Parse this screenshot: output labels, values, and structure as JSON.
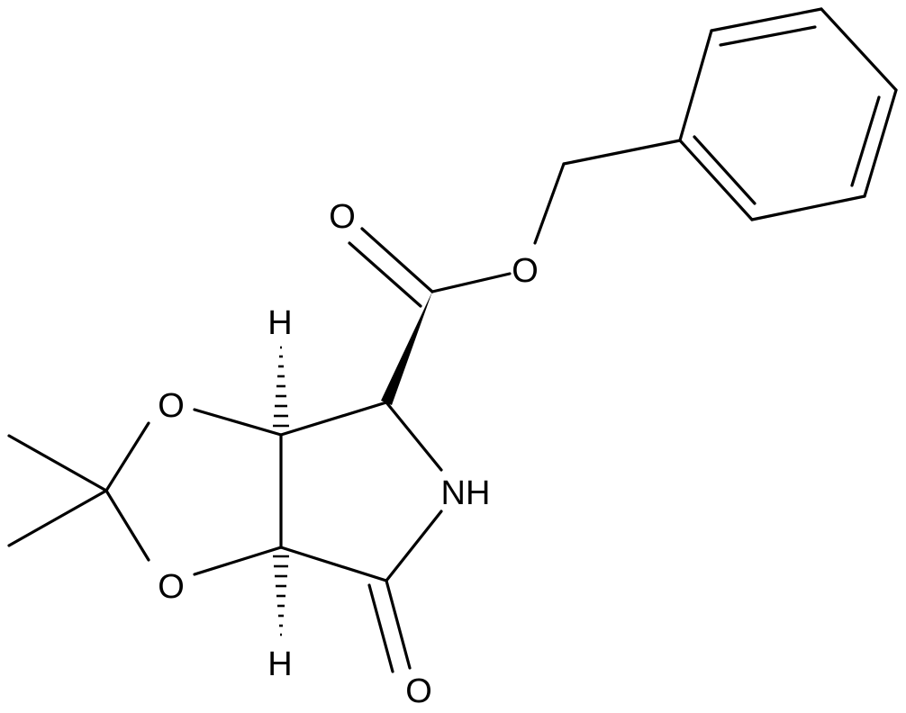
{
  "molecule": {
    "atom_labels": {
      "carbonyl_O_ester": "O",
      "ester_O": "O",
      "ring_O_upper": "O",
      "ring_O_lower": "O",
      "amide_N": "NH",
      "amide_O": "O",
      "H_upper": "H",
      "H_lower": "H"
    },
    "colors": {
      "bond": "#000000",
      "background": "#ffffff"
    }
  }
}
